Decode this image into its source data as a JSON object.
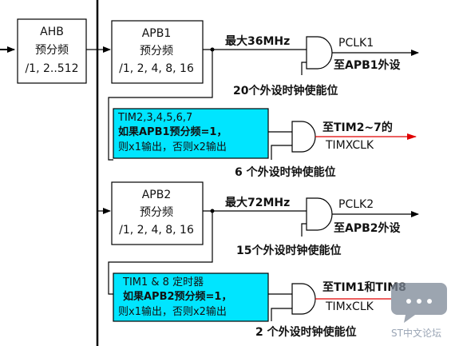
{
  "ahb": {
    "title": "AHB",
    "line2": "预分频",
    "line3": "/1, 2..512"
  },
  "apb1": {
    "title": "APB1",
    "line2": "预分频",
    "line3": "/1, 2, 4, 8, 16",
    "max": "最大36MHz",
    "out": "PCLK1",
    "dest": "至APB1外设",
    "enable": "20个外设时钟使能位"
  },
  "tim27": {
    "line1": "TIM2,3,4,5,6,7",
    "line2": "如果APB1预分频=1，",
    "line3": "则x1输出，否则x2输出",
    "dest": "至TIM2~7的",
    "out": "TIMXCLK",
    "enable": "6 个外设时钟使能位"
  },
  "apb2": {
    "title": "APB2",
    "line2": "预分频",
    "line3": "/1, 2, 4, 8, 16",
    "max": "最大72MHz",
    "out": "PCLK2",
    "dest": "至APB2外设",
    "enable": "15个外设时钟使能位"
  },
  "tim18": {
    "line1": "TIM1 & 8 定时器",
    "line2": "如果APB2预分频=1，",
    "line3": "则x1输出，否则x2输出",
    "dest": "至TIM1和TIM8",
    "out": "TIMxCLK",
    "enable": "2 个外设时钟使能位"
  },
  "watermark": {
    "text": "ST中文论坛"
  },
  "colors": {
    "cyan": "#00e5ff",
    "red_arrow": "#e00000",
    "watermark": "#9aa5b5"
  }
}
